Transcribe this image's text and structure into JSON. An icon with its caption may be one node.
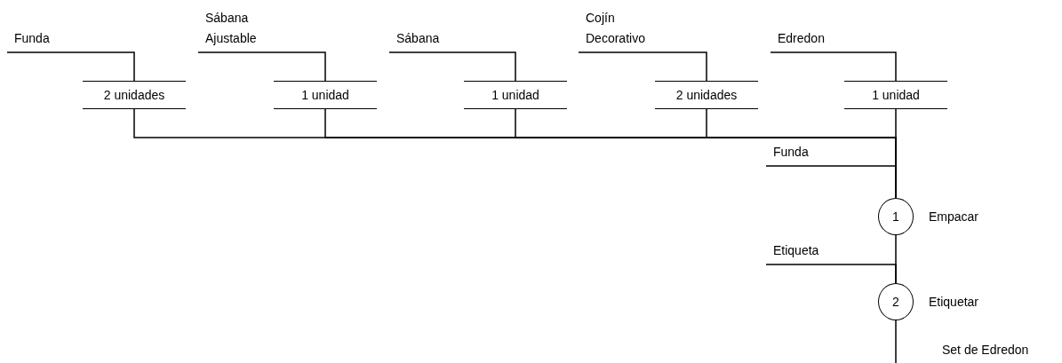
{
  "diagram": {
    "nodes": [
      {
        "text": [
          "Funda"
        ]
      },
      {
        "text": [
          "Sábana Ajustable"
        ]
      },
      {
        "text": [
          "Sábana"
        ]
      },
      {
        "text": [
          "Cojín Decorativo"
        ]
      },
      {
        "text": [
          "Edredon"
        ]
      },
      {
        "text": [
          "2 unidades"
        ]
      },
      {
        "text": [
          "1 unidad"
        ]
      },
      {
        "text": [
          "1 unidad"
        ]
      },
      {
        "text": [
          "2 unidades"
        ]
      },
      {
        "text": [
          "1 unidad"
        ]
      },
      {
        "text": [
          "Funda"
        ]
      },
      {
        "text": [
          "1"
        ],
        "beside": [
          "Empacar"
        ]
      },
      {
        "text": [
          "Etiqueta"
        ]
      },
      {
        "text": [
          "2"
        ],
        "beside": [
          "Etiquetar"
        ]
      }
    ],
    "edges": [
      {
        "from": 0,
        "to": 5,
        "arrow": "none"
      },
      {
        "from": 1,
        "to": 6,
        "arrow": "none"
      },
      {
        "from": 2,
        "to": 7,
        "arrow": "none"
      },
      {
        "from": 3,
        "to": 8,
        "arrow": "none"
      },
      {
        "from": 4,
        "to": 9,
        "arrow": "none"
      },
      {
        "from": 5,
        "to": 11,
        "arrow": "none"
      },
      {
        "from": 6,
        "to": 11,
        "arrow": "none"
      },
      {
        "from": 7,
        "to": 11,
        "arrow": "none"
      },
      {
        "from": 8,
        "to": 11,
        "arrow": "none"
      },
      {
        "from": 9,
        "to": 11,
        "arrow": "none"
      },
      {
        "from": 10,
        "to": 11,
        "arrow": "none"
      },
      {
        "from": 11,
        "to": 13,
        "arrow": "none"
      },
      {
        "from": 12,
        "to": 13,
        "arrow": "none"
      },
      {
        "from": 13,
        "to": null,
        "arrow": "none"
      }
    ],
    "labels": [
      "Set de Edredon"
    ]
  }
}
